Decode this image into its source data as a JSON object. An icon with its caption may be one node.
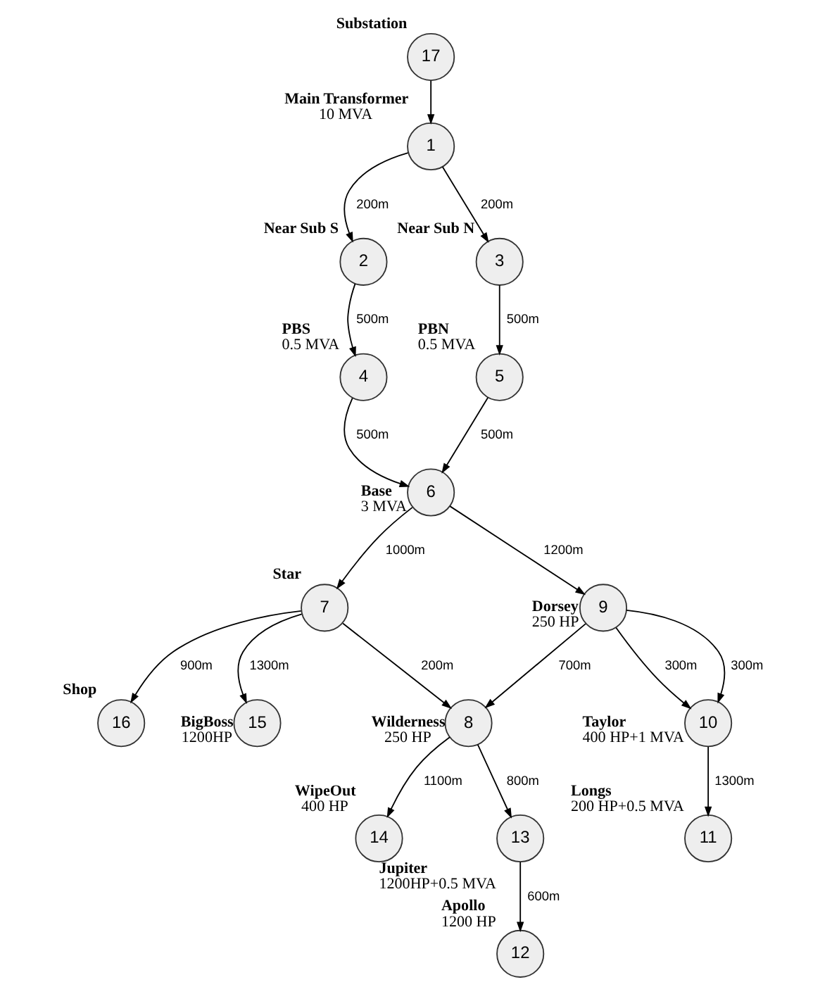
{
  "diagram": {
    "nodes": [
      {
        "text": [
          "17"
        ],
        "beside": [
          "Substation"
        ]
      },
      {
        "text": [
          "1"
        ],
        "beside": [
          "Main Transformer",
          "10 MVA"
        ]
      },
      {
        "text": [
          "2"
        ],
        "beside": [
          "Near Sub S"
        ]
      },
      {
        "text": [
          "3"
        ],
        "beside": [
          "Near Sub N"
        ]
      },
      {
        "text": [
          "16"
        ],
        "beside": [
          "Shop"
        ]
      },
      {
        "text": [
          "15"
        ],
        "beside": [
          "BigBoss",
          "1200HP"
        ]
      },
      {
        "text": [
          "4"
        ],
        "beside": [
          "PBS",
          "0.5 MVA"
        ]
      },
      {
        "text": [
          "5"
        ],
        "beside": [
          "PBN",
          "0.5 MVA"
        ]
      },
      {
        "text": [
          "7"
        ],
        "beside": [
          "Star"
        ]
      },
      {
        "text": [
          "6"
        ],
        "beside": [
          "Base",
          "3 MVA"
        ]
      },
      {
        "text": [
          "14"
        ],
        "beside": [
          "WipeOut",
          "400 HP"
        ]
      },
      {
        "text": [
          "8"
        ],
        "beside": [
          "Wilderness",
          "250 HP"
        ]
      },
      {
        "text": [
          "9"
        ],
        "beside": [
          "Dorsey",
          "250 HP"
        ]
      },
      {
        "text": [
          "13"
        ],
        "beside": [
          "Jupiter",
          "1200HP+0.5 MVA"
        ]
      },
      {
        "text": [
          "10"
        ],
        "beside": [
          "Taylor",
          "400 HP+1 MVA"
        ]
      },
      {
        "text": [
          "11"
        ],
        "beside": [
          "Longs",
          "200 HP+0.5 MVA"
        ]
      },
      {
        "text": [
          "12"
        ],
        "beside": [
          "Apollo",
          "1200 HP"
        ]
      }
    ],
    "edges": [
      {
        "from": 0,
        "to": 1,
        "arrow": "to"
      },
      {
        "from": 1,
        "to": 2,
        "arrow": "to",
        "label": "200m"
      },
      {
        "from": 1,
        "to": 3,
        "arrow": "to",
        "label": "200m"
      },
      {
        "from": 2,
        "to": 6,
        "arrow": "to",
        "label": "500m"
      },
      {
        "from": 3,
        "to": 7,
        "arrow": "to",
        "label": "500m"
      },
      {
        "from": 6,
        "to": 9,
        "arrow": "to",
        "label": "500m"
      },
      {
        "from": 7,
        "to": 9,
        "arrow": "to",
        "label": "500m"
      },
      {
        "from": 9,
        "to": 8,
        "arrow": "to",
        "label": "1000m"
      },
      {
        "from": 8,
        "to": 4,
        "arrow": "to",
        "label": "900m"
      },
      {
        "from": 8,
        "to": 5,
        "arrow": "to",
        "label": "1300m"
      },
      {
        "from": 8,
        "to": 11,
        "arrow": "to",
        "label": "200m"
      },
      {
        "from": 9,
        "to": 12,
        "arrow": "to",
        "label": "1200m"
      },
      {
        "from": 12,
        "to": 11,
        "arrow": "to",
        "label": "700m"
      },
      {
        "from": 11,
        "to": 10,
        "arrow": "to",
        "label": "1100m"
      },
      {
        "from": 11,
        "to": 13,
        "arrow": "to",
        "label": "800m"
      },
      {
        "from": 13,
        "to": 16,
        "arrow": "to",
        "label": "600m"
      },
      {
        "from": 12,
        "to": 14,
        "arrow": "to",
        "label": "300m"
      },
      {
        "from": 12,
        "to": 14,
        "arrow": "to",
        "label": "300m"
      },
      {
        "from": 14,
        "to": 15,
        "arrow": "to",
        "label": "1300m"
      }
    ]
  }
}
